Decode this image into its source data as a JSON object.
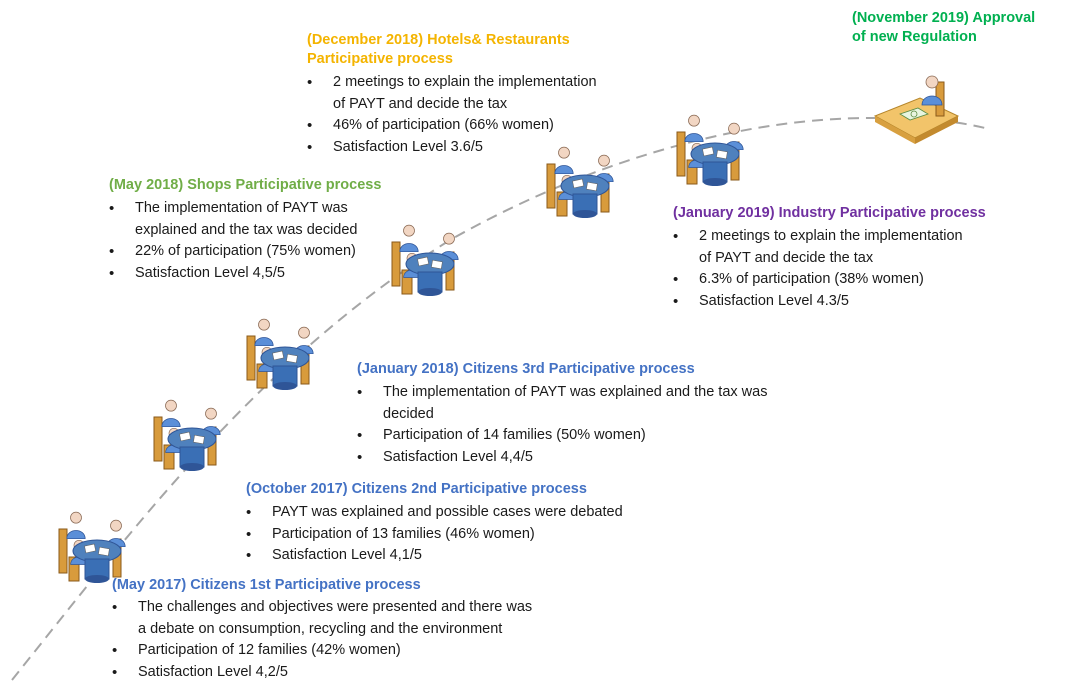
{
  "milestones": [
    {
      "id": "may2017",
      "date": "(May 2017)",
      "title": "Citizens 1st Participative process",
      "color": "#4472c4",
      "items": [
        "The challenges and objectives were presented and there was",
        "a debate on consumption, recycling and the environment",
        "Participation of 12 families (42% women)",
        "Satisfaction Level 4,2/5"
      ]
    },
    {
      "id": "oct2017",
      "date": "(October 2017)",
      "title": "Citizens 2nd Participative process",
      "color": "#4472c4",
      "items": [
        "PAYT was explained and possible cases were debated",
        "Participation of 13 families (46% women)",
        "Satisfaction Level 4,1/5"
      ]
    },
    {
      "id": "jan2018",
      "date": "(January 2018)",
      "title": "Citizens 3rd Participative process",
      "color": "#4472c4",
      "items": [
        "The implementation of PAYT was explained and the tax was",
        "decided",
        "Participation of 14 families (50% women)",
        "Satisfaction Level 4,4/5"
      ]
    },
    {
      "id": "may2018",
      "date": "(May 2018)",
      "title": "Shops Participative process",
      "color": "#70ad47",
      "items": [
        "The implementation of PAYT was",
        "explained and the tax was decided",
        "22% of participation (75% women)",
        "Satisfaction Level 4,5/5"
      ]
    },
    {
      "id": "dec2018",
      "date": "(December 2018)",
      "title": "Hotels& Restaurants",
      "title2": "Participative process",
      "color": "#f4b400",
      "items": [
        "2 meetings to explain the implementation",
        "of PAYT  and decide the tax",
        "46% of participation (66% women)",
        "Satisfaction Level 3.6/5"
      ]
    },
    {
      "id": "jan2019",
      "date": "(January 2019)",
      "title": "Industry Participative process",
      "color": "#7030a0",
      "items": [
        "2 meetings to explain the implementation",
        "of PAYT  and decide the tax",
        "6.3% of participation (38% women)",
        "Satisfaction Level 4.3/5"
      ]
    },
    {
      "id": "nov2019",
      "date": "(November 2019)",
      "title": "Approval",
      "title2": "of new Regulation",
      "color": "#00b050"
    }
  ],
  "icons": {
    "meeting": "meeting-table-icon",
    "approval": "desk-signing-icon"
  }
}
